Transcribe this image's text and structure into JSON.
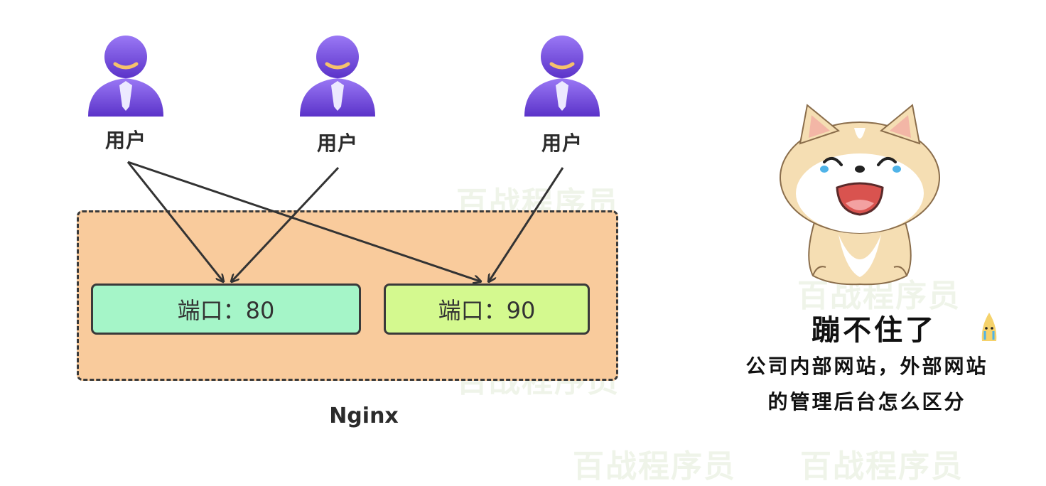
{
  "users": [
    {
      "label": "用户"
    },
    {
      "label": "用户"
    },
    {
      "label": "用户"
    }
  ],
  "server": {
    "label": "Nginx",
    "ports": [
      {
        "label": "端口：80"
      },
      {
        "label": "端口：90"
      }
    ]
  },
  "watermark": "百战程序员",
  "meme": {
    "title": "蹦不住了",
    "caption_line_1": "公司内部网站，外部网站",
    "caption_line_2": "的管理后台怎么区分"
  },
  "colors": {
    "user_icon": "#7b52e6",
    "nginx_box": "#f9cb9c",
    "port_80": "#a5f5c8",
    "port_90": "#d4f98f",
    "arrow": "#333333"
  }
}
